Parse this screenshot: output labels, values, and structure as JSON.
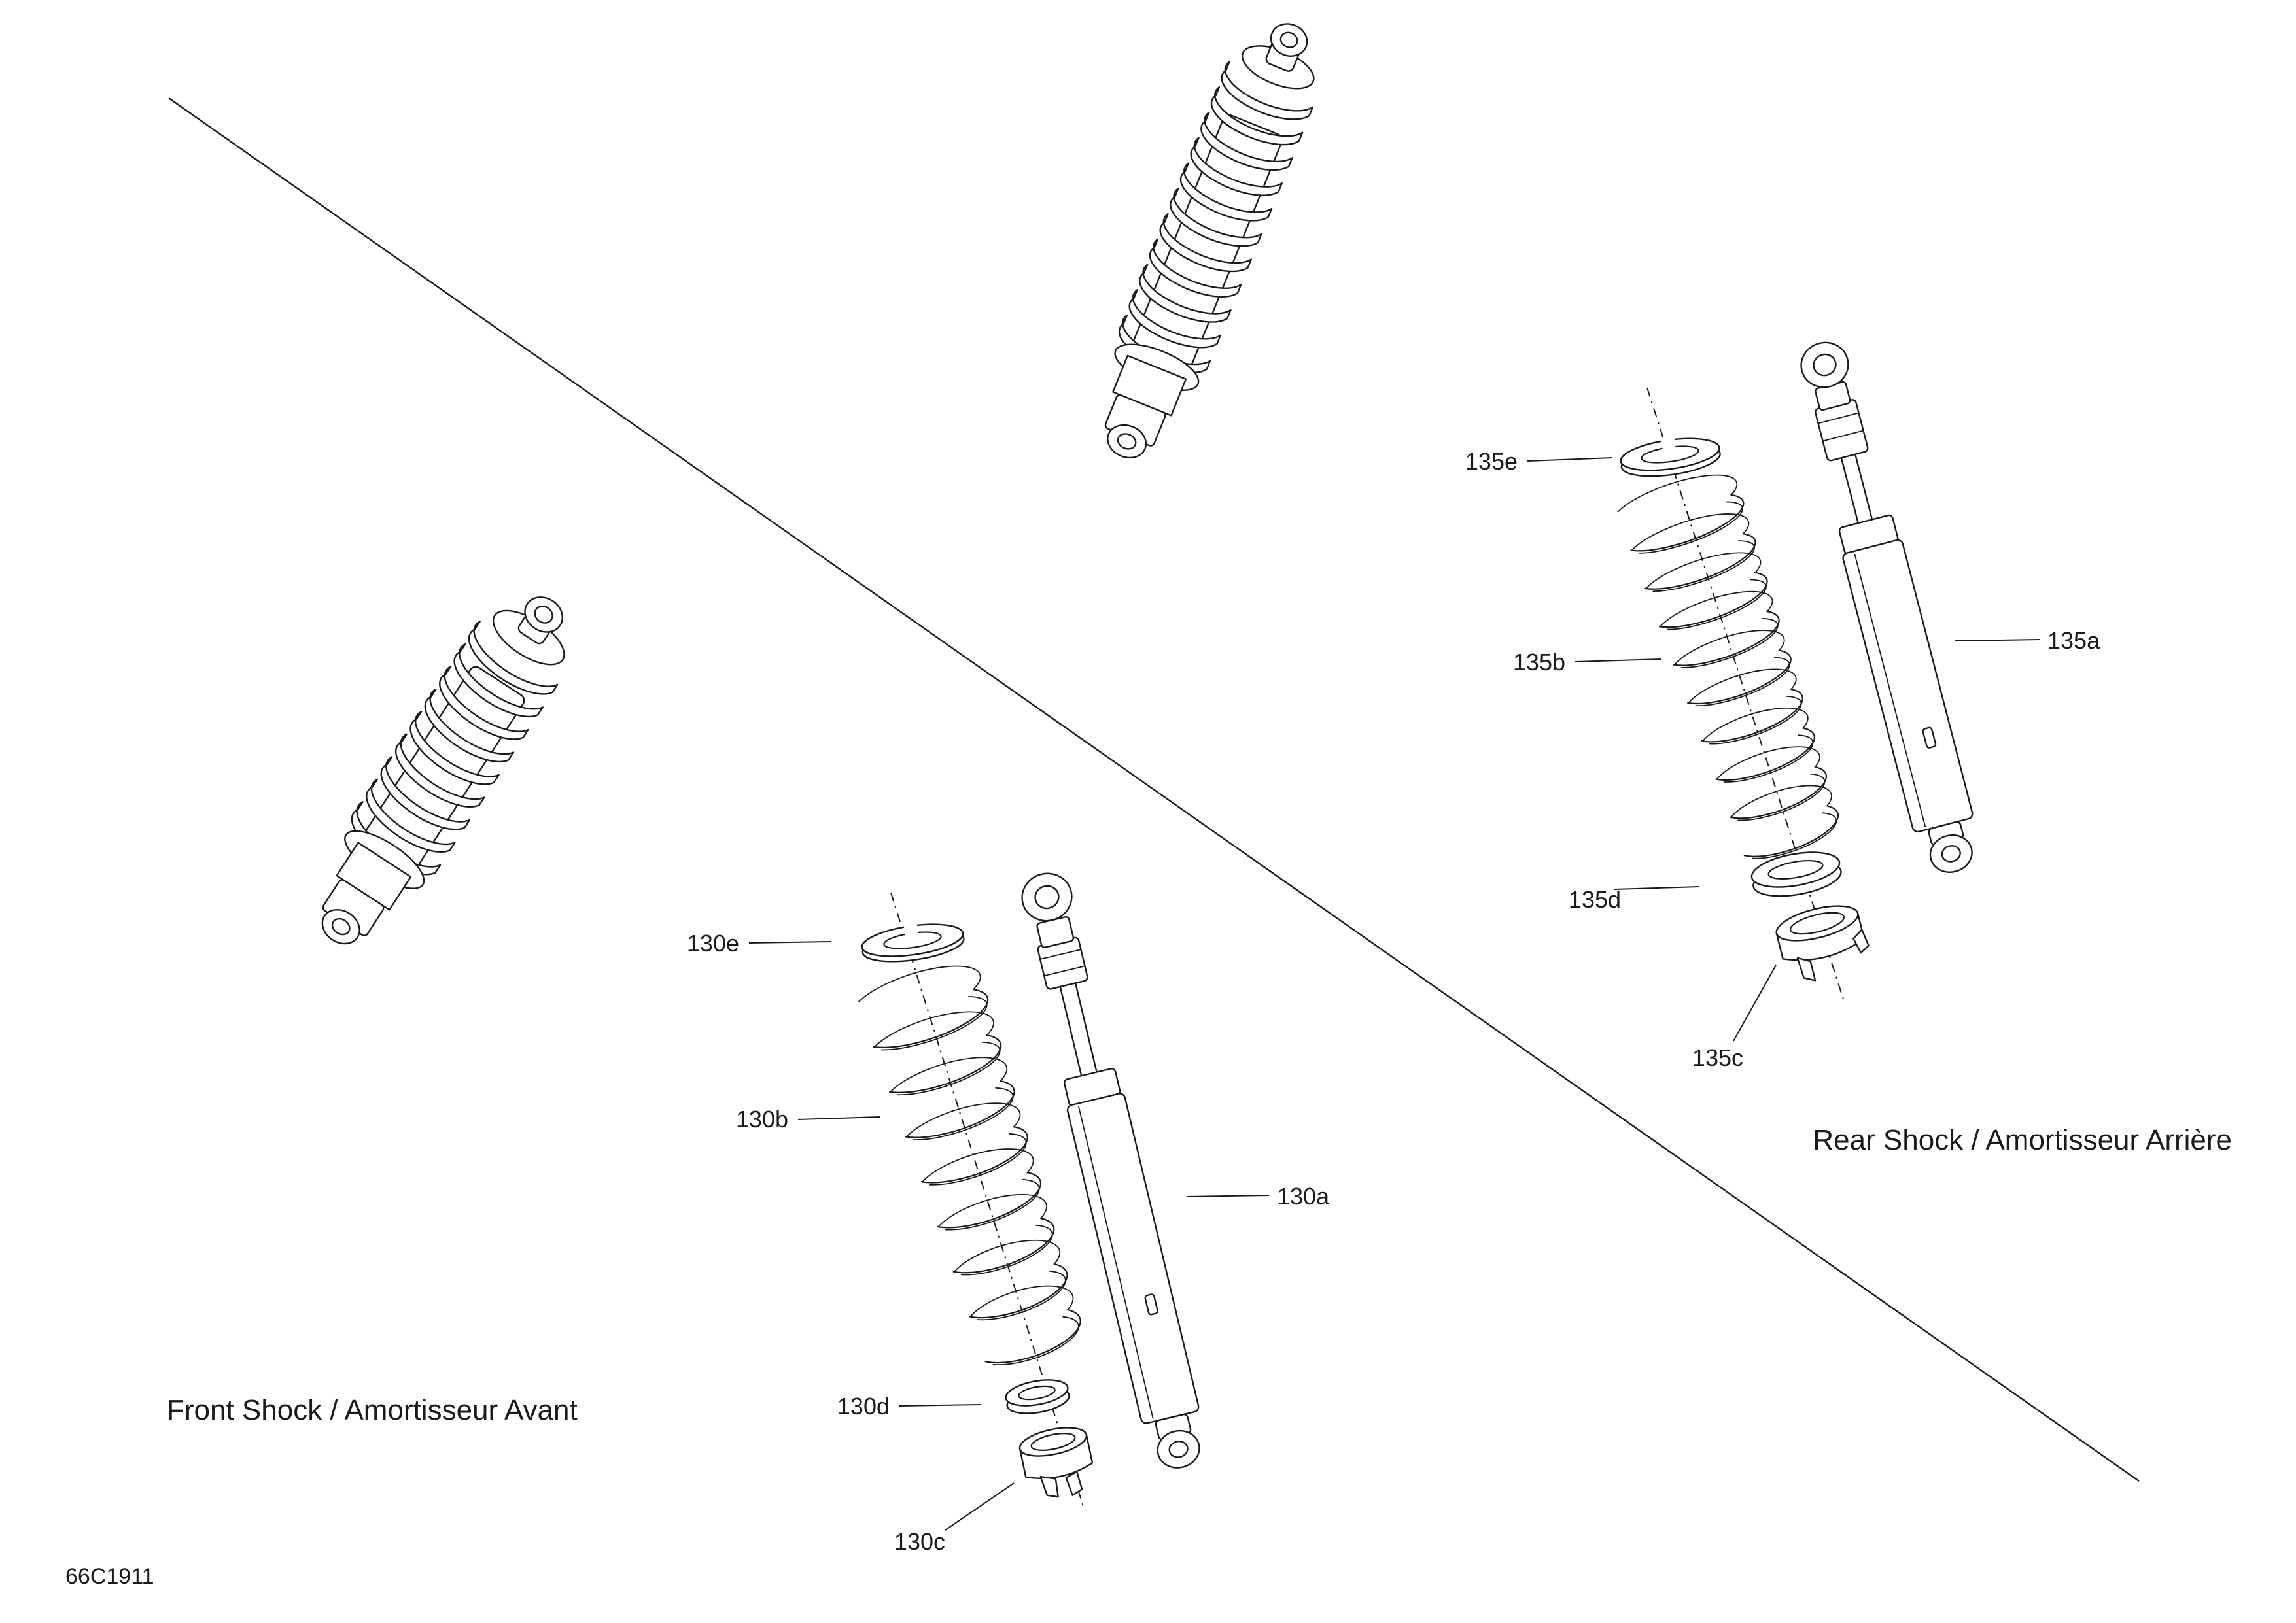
{
  "figure_id": "66C1911",
  "groups": {
    "front": {
      "title": "Front Shock / Amortisseur Avant"
    },
    "rear": {
      "title": "Rear Shock / Amortisseur Arrière"
    }
  },
  "callouts": {
    "c130a": "130a",
    "c130b": "130b",
    "c130c": "130c",
    "c130d": "130d",
    "c130e": "130e",
    "c135a": "135a",
    "c135b": "135b",
    "c135c": "135c",
    "c135d": "135d",
    "c135e": "135e"
  }
}
